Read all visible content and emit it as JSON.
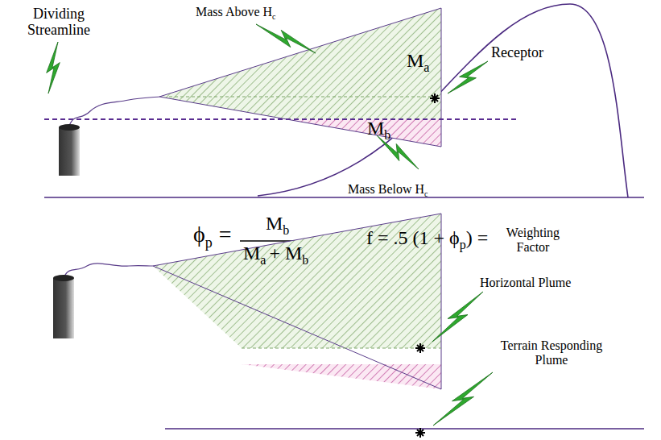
{
  "diagram": {
    "labels": [
      "Dividing Streamline",
      "Mass Above H",
      "c",
      "M",
      "a",
      "Receptor",
      "M",
      "b",
      "Mass Below H",
      "c",
      "ϕ",
      "p",
      "=",
      "M",
      "b",
      "M",
      "a",
      "+ M",
      "b",
      "f = .5 (1 + ϕ",
      "p",
      ") =",
      "Weighting Factor",
      "Horizontal Plume",
      "Terrain Responding Plume"
    ]
  }
}
